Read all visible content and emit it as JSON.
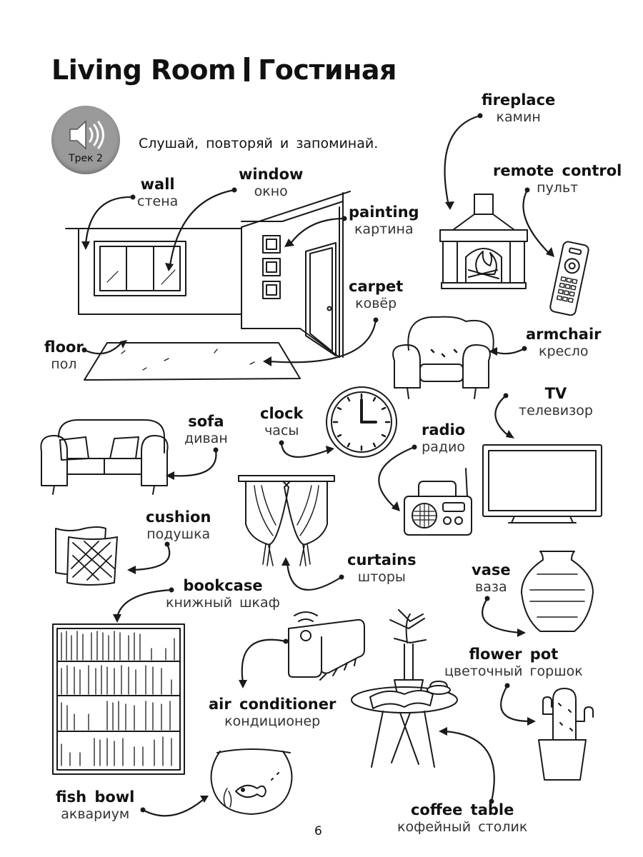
{
  "header": {
    "title_en": "Living Room",
    "title_ru": "Гостиная"
  },
  "audio": {
    "track_label": "Трек 2",
    "icon": "speaker-icon"
  },
  "instruction": "Слушай, повторяй и запоминай.",
  "labels": {
    "wall": {
      "en": "wall",
      "ru": "стена"
    },
    "window": {
      "en": "window",
      "ru": "окно"
    },
    "painting": {
      "en": "painting",
      "ru": "картина"
    },
    "carpet": {
      "en": "carpet",
      "ru": "ковёр"
    },
    "floor": {
      "en": "floor",
      "ru": "пол"
    },
    "fireplace": {
      "en": "fireplace",
      "ru": "камин"
    },
    "remote_control": {
      "en": "remote control",
      "ru": "пульт"
    },
    "armchair": {
      "en": "armchair",
      "ru": "кресло"
    },
    "tv": {
      "en": "TV",
      "ru": "телевизор"
    },
    "sofa": {
      "en": "sofa",
      "ru": "диван"
    },
    "clock": {
      "en": "clock",
      "ru": "часы"
    },
    "radio": {
      "en": "radio",
      "ru": "радио"
    },
    "cushion": {
      "en": "cushion",
      "ru": "подушка"
    },
    "curtains": {
      "en": "curtains",
      "ru": "шторы"
    },
    "vase": {
      "en": "vase",
      "ru": "ваза"
    },
    "bookcase": {
      "en": "bookcase",
      "ru": "книжный шкаф"
    },
    "flower_pot": {
      "en": "flower pot",
      "ru": "цветочный горшок"
    },
    "air_conditioner": {
      "en": "air conditioner",
      "ru": "кондиционер"
    },
    "fish_bowl": {
      "en": "fish bowl",
      "ru": "аквариум"
    },
    "coffee_table": {
      "en": "coffee table",
      "ru": "кофейный столик"
    }
  },
  "page_number": "6"
}
